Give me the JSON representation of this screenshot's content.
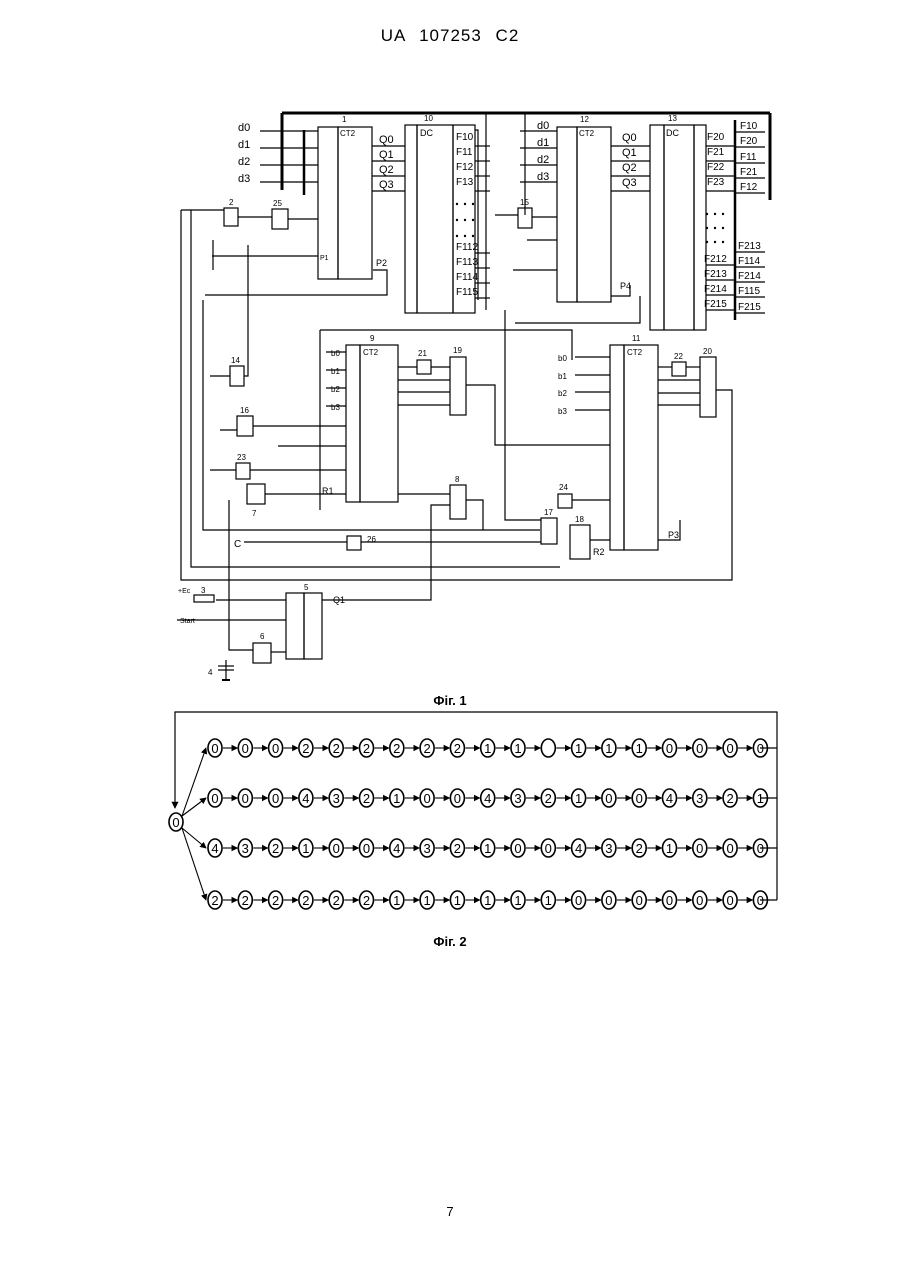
{
  "header": {
    "text": "UA   107253   C2"
  },
  "fig1": {
    "caption": "Фіг. 1",
    "inputs_left": [
      "d0",
      "d1",
      "d2",
      "d3"
    ],
    "inputs_right": [
      "d0",
      "d1",
      "d2",
      "d3"
    ],
    "counter_label": "CT2",
    "decoder_label": "DC",
    "q_outputs": [
      "Q0",
      "Q1",
      "Q2",
      "Q3"
    ],
    "f1_outputs": [
      "F10",
      "F11",
      "F12",
      "F13",
      "F112",
      "F113",
      "F114",
      "F115"
    ],
    "f2_outputs": [
      "F20",
      "F21",
      "F22",
      "F23",
      "F212",
      "F213",
      "F214",
      "F215"
    ],
    "right_outputs": [
      "F10",
      "F20",
      "F11",
      "F21",
      "F12",
      "F213",
      "F114",
      "F214",
      "F115",
      "F215"
    ],
    "b_inputs": [
      "b0",
      "b1",
      "b2",
      "b3"
    ],
    "block_numbers": [
      "1",
      "10",
      "12",
      "13",
      "9",
      "11",
      "2",
      "25",
      "15",
      "14",
      "16",
      "23",
      "7",
      "21",
      "19",
      "22",
      "20",
      "8",
      "24",
      "17",
      "18",
      "26",
      "5",
      "6",
      "3",
      "4"
    ],
    "signals": [
      "C",
      "Start",
      "+Ec",
      "Q1",
      "P1",
      "P2",
      "P3",
      "P4",
      "R1",
      "R2"
    ]
  },
  "fig2": {
    "caption": "Фіг. 2",
    "root": "0",
    "rows": [
      [
        "0",
        "0",
        "0",
        "2",
        "2",
        "2",
        "2",
        "2",
        "2",
        "1",
        "1",
        "",
        "1",
        "1",
        "1",
        "0",
        "0",
        "0",
        "0"
      ],
      [
        "0",
        "0",
        "0",
        "4",
        "3",
        "2",
        "1",
        "0",
        "0",
        "4",
        "3",
        "2",
        "1",
        "0",
        "0",
        "4",
        "3",
        "2",
        "1"
      ],
      [
        "4",
        "3",
        "2",
        "1",
        "0",
        "0",
        "4",
        "3",
        "2",
        "1",
        "0",
        "0",
        "4",
        "3",
        "2",
        "1",
        "0",
        "0",
        "0"
      ],
      [
        "2",
        "2",
        "2",
        "2",
        "2",
        "2",
        "1",
        "1",
        "1",
        "1",
        "1",
        "1",
        "0",
        "0",
        "0",
        "0",
        "0",
        "0",
        "0"
      ]
    ]
  },
  "page_number": "7"
}
